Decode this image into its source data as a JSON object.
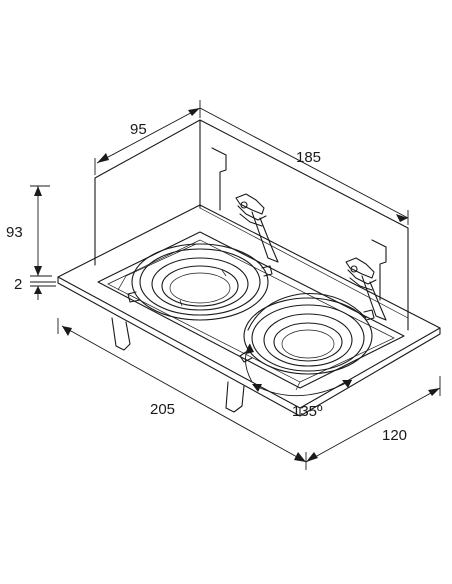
{
  "dimensions": {
    "depth": "95",
    "length_top": "185",
    "height": "93",
    "flange": "2",
    "length_bottom": "205",
    "width_bottom": "120",
    "tilt_angle": "135º"
  }
}
